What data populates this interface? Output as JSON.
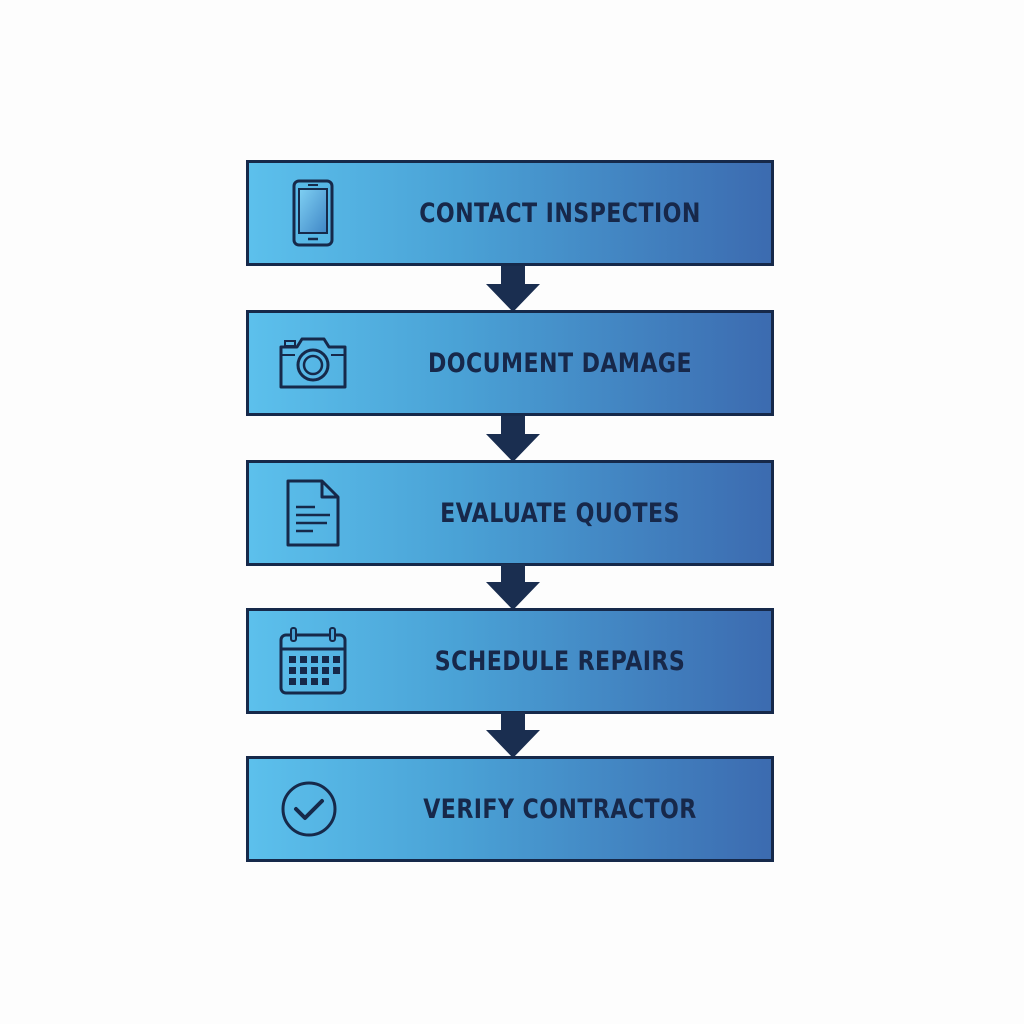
{
  "steps": [
    {
      "label": "CONTACT INSPECTION",
      "icon": "smartphone-icon"
    },
    {
      "label": "DOCUMENT DAMAGE",
      "icon": "camera-icon"
    },
    {
      "label": "EVALUATE QUOTES",
      "icon": "document-icon"
    },
    {
      "label": "SCHEDULE REPAIRS",
      "icon": "calendar-icon"
    },
    {
      "label": "VERIFY CONTRACTOR",
      "icon": "check-circle-icon"
    }
  ],
  "colors": {
    "box_gradient_start": "#5cc0ec",
    "box_gradient_end": "#3c6bb0",
    "outline": "#16294a",
    "text": "#17284a",
    "arrow": "#1a2e50",
    "background": "#fdfdfd"
  }
}
